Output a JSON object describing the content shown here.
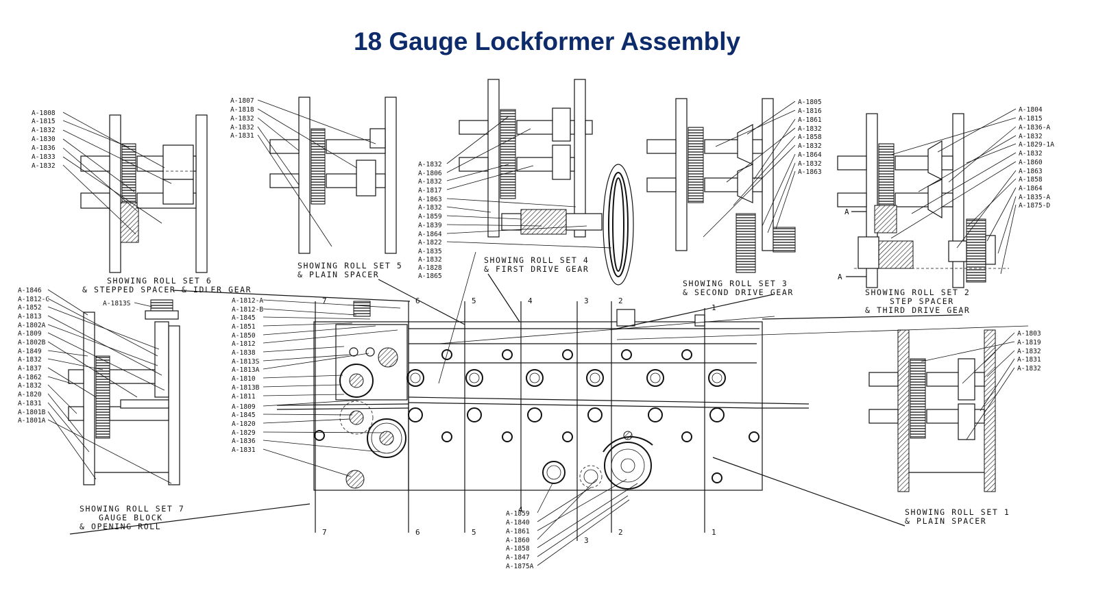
{
  "title": "18 Gauge Lockformer Assembly",
  "captions": {
    "set6": [
      "SHOWING ROLL SET 6",
      "& STEPPED SPACER & IDLER GEAR"
    ],
    "set5": [
      "SHOWING ROLL SET 5",
      "& PLAIN SPACER"
    ],
    "set4": [
      "SHOWING ROLL SET 4",
      "& FIRST DRIVE GEAR"
    ],
    "set3": [
      "SHOWING ROLL SET 3",
      "& SECOND DRIVE GEAR"
    ],
    "set2": [
      "SHOWING ROLL SET 2",
      "STEP SPACER",
      "& THIRD DRIVE GEAR"
    ],
    "set7": [
      "SHOWING ROLL SET 7",
      "GAUGE BLOCK",
      "& OPENING ROLL"
    ],
    "set1": [
      "SHOWING ROLL SET 1",
      "& PLAIN SPACER"
    ]
  },
  "parts": {
    "set6": [
      "A-1808",
      "A-1815",
      "A-1832",
      "A-1830",
      "A-1836",
      "A-1833",
      "A-1832"
    ],
    "set5": [
      "A-1807",
      "A-1818",
      "A-1832",
      "A-1832",
      "A-1831"
    ],
    "set4": [
      "A-1832",
      "A-1806",
      "A-1832",
      "A-1817",
      "A-1863",
      "A-1832",
      "A-1859",
      "A-1839",
      "A-1864",
      "A-1822",
      "A-1835",
      "A-1832",
      "A-1828",
      "A-1865"
    ],
    "set3": [
      "A-1805",
      "A-1816",
      "A-1861",
      "A-1832",
      "A-1858",
      "A-1832",
      "A-1864",
      "A-1832",
      "A-1863"
    ],
    "set2": [
      "A-1804",
      "A-1815",
      "A-1836-A",
      "A-1832",
      "A-1829-1A",
      "A-1832",
      "A-1860",
      "A-1863",
      "A-1858",
      "A-1864",
      "A-1835-A",
      "A-1875-D"
    ],
    "set2_section": [
      "A",
      "A"
    ],
    "set1": [
      "A-1803",
      "A-1819",
      "A-1832",
      "A-1831",
      "A-1832"
    ],
    "set7": [
      "A-1846",
      "A-1812-C",
      "A-1852",
      "A-1813",
      "A-1802A",
      "A-1809",
      "A-1802B",
      "A-1849",
      "A-1832",
      "A-1837",
      "A-1862",
      "A-1832",
      "A-1820",
      "A-1831",
      "A-1801B",
      "A-1801A"
    ],
    "set7_top": "A-1813S",
    "center": [
      "A-1812-A",
      "A-1812-B",
      "A-1845",
      "A-1851",
      "A-1850",
      "A-1812",
      "A-1838",
      "A-1813S",
      "A-1813A",
      "A-1810",
      "A-1813B",
      "A-1811",
      "A-1809",
      "A-1845",
      "A-1820",
      "A-1829",
      "A-1836",
      "A-1831"
    ],
    "bottom": [
      "A-1859",
      "A-1840",
      "A-1861",
      "A-1860",
      "A-1858",
      "A-1847",
      "A-1875A"
    ]
  },
  "sections": {
    "top": [
      "7",
      "6",
      "5",
      "4",
      "3",
      "2",
      "1"
    ],
    "bottom": [
      "7",
      "6",
      "5",
      "4",
      "3",
      "2",
      "1"
    ]
  }
}
